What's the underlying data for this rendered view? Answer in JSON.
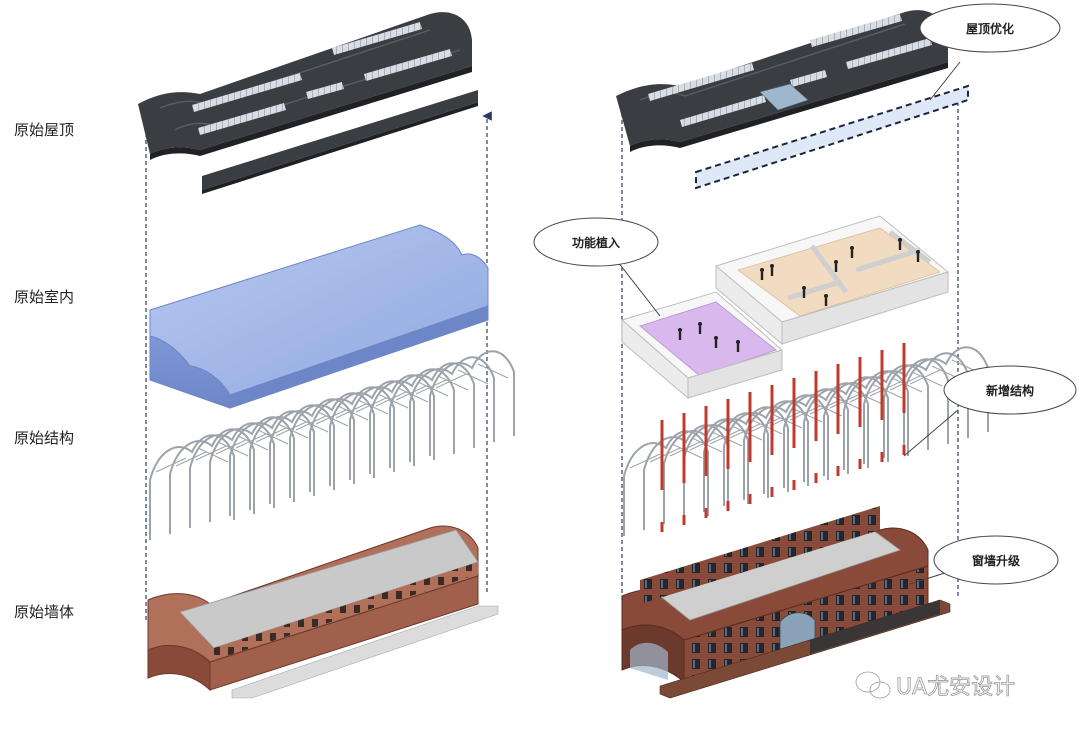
{
  "labels": {
    "roof": "原始屋顶",
    "interior": "原始室内",
    "structure": "原始结构",
    "walls": "原始墙体"
  },
  "callouts": {
    "roof_opt": "屋顶优化",
    "function": "功能植入",
    "new_structure": "新增结构",
    "wall_upgrade": "窗墙升级"
  },
  "watermark": {
    "text": "UA尤安设计",
    "icon": "wechat-icon"
  },
  "colors": {
    "roof": "#3a3d42",
    "interior_blue": "#8fa8e0",
    "brick": "#b0705a",
    "brick_dark": "#6b3a2c",
    "function_purple": "#d9b8ee",
    "function_beige": "#f1dcc2",
    "new_column": "#c0392b",
    "guide_line": "#2d3a66"
  }
}
